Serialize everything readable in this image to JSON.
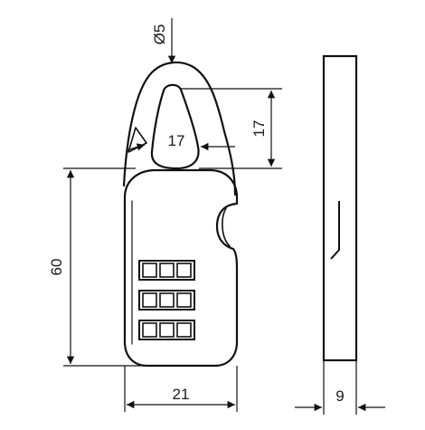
{
  "drawing": {
    "shackle_diameter": "Ø5",
    "shackle_opening_width": "17",
    "shackle_opening_height": "17",
    "body_height": "60",
    "body_width": "21",
    "body_thickness": "9"
  },
  "lock": {
    "dial_rows": 3,
    "digits_per_row": 3
  }
}
